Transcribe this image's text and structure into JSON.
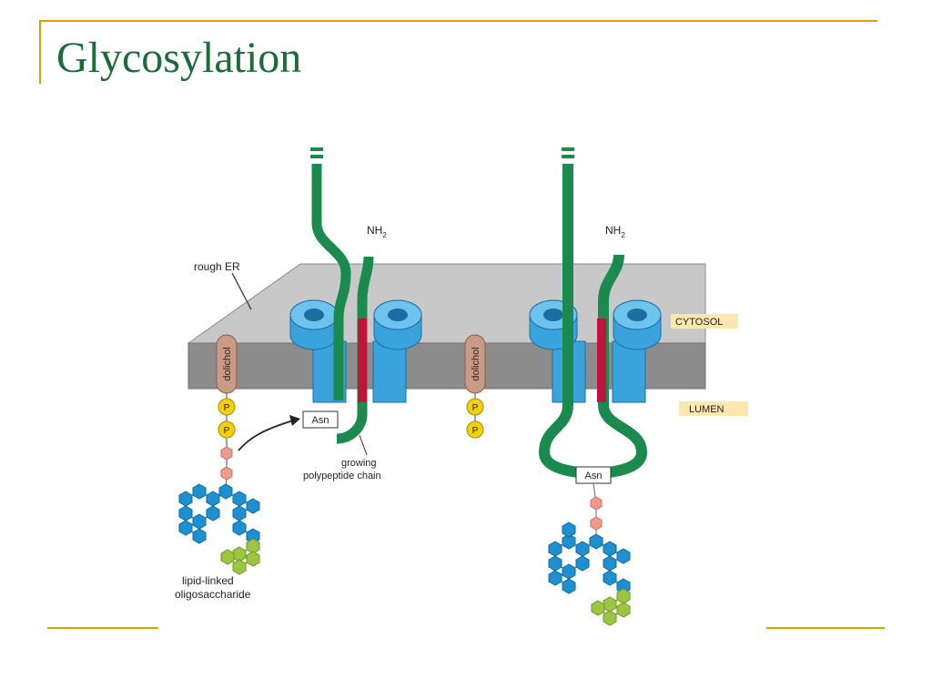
{
  "slide": {
    "title": "Glycosylation"
  },
  "diagram": {
    "labels": {
      "rough_er": "rough ER",
      "nh2_left": "NH",
      "nh2_right": "NH",
      "nh2_subscript": "2",
      "cytosol": "CYTOSOL",
      "lumen": "LUMEN",
      "dolichol": "dolichol",
      "phosphate": "P",
      "asn": "Asn",
      "growing_chain_line1": "growing",
      "growing_chain_line2": "polypeptide chain",
      "lipid_linked_line1": "lipid-linked",
      "lipid_linked_line2": "oligosaccharide"
    },
    "colors": {
      "accent_rule": "#d9a200",
      "title": "#1e6b3a",
      "polypeptide": "#1a8a4e",
      "translocon": "#3aa3dc",
      "signal_sequence": "#c0143c",
      "membrane": "#8c8c8c",
      "dolichol": "#c99a86",
      "phosphate": "#f2d00e",
      "sugar_blue": "#1e8fd0",
      "sugar_pink": "#ee9b8e",
      "sugar_green": "#9bc441",
      "label_highlight": "#fbe8ae"
    }
  }
}
